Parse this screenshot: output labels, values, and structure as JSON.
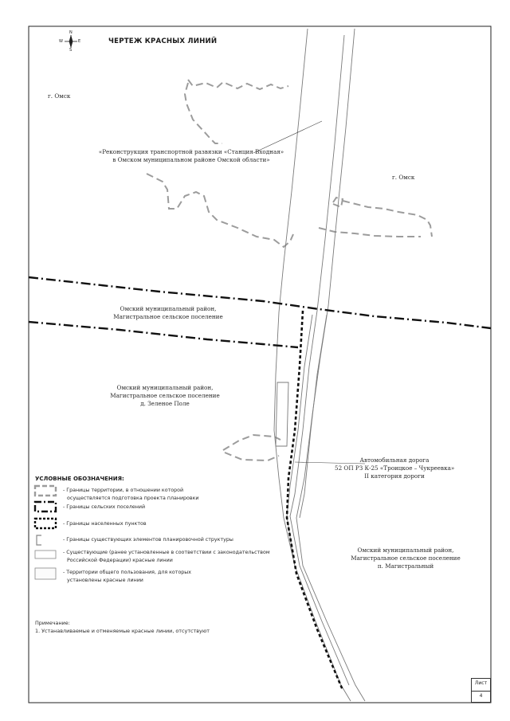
{
  "sheet": {
    "title": "ЧЕРТЕЖ КРАСНЫХ ЛИНИЙ",
    "compass": {
      "n": "N",
      "s": "S",
      "w": "W",
      "e": "E"
    },
    "sheet_label": "Лист",
    "sheet_number": "4"
  },
  "map_labels": {
    "omsk_nw": "г. Омск",
    "omsk_e": "г. Омск",
    "project_line1": "«Реконструкция транспортной развязки «Станция Входная»",
    "project_line2": "в Омском муниципальном районе Омской области»",
    "mid_district_line1": "Омский муниципальный район,",
    "mid_district_line2": "Магистральное сельское поселение",
    "left_district_line1": "Омский муниципальный район,",
    "left_district_line2": "Магистральное сельское поселение",
    "left_district_line3": "д. Зеленое Поле",
    "road_line1": "Автомобильная дорога",
    "road_line2": "52 ОП РЗ К-25 «Троицкое – Чукреевка»",
    "road_line3": "II категория дороги",
    "se_district_line1": "Омский муниципальный район,",
    "se_district_line2": "Магистральное сельское поселение",
    "se_district_line3": "п. Магистральный"
  },
  "legend": {
    "title": "УСЛОВНЫЕ ОБОЗНАЧЕНИЯ:",
    "items": [
      {
        "id": "territory-boundary",
        "line1": "- Границы территории, в отношении которой",
        "line2": "осуществляется подготовка проекта планировки"
      },
      {
        "id": "rural-settlement-boundary",
        "line1": "- Границы сельских поселений",
        "line2": ""
      },
      {
        "id": "locality-boundary",
        "line1": "- Границы населенных пунктов",
        "line2": ""
      },
      {
        "id": "planning-element-boundary",
        "line1": "- Границы существующих элементов планировочной структуры",
        "line2": ""
      },
      {
        "id": "existing-red-lines",
        "line1": "- Существующие (ранее установленные в соответствии с законодательством",
        "line2": "Российской Федерации) красные линии"
      },
      {
        "id": "public-territory",
        "line1": "- Территории общего пользования, для которых",
        "line2": "установлены красные линии"
      }
    ]
  },
  "note": {
    "title": "Примечание:",
    "text": "1. Устанавливаемые и отменяемые красные линии, отсутствуют"
  },
  "colors": {
    "frame": "#222222",
    "boundary_dash": "#9a9a9a",
    "settlement_line": "#111111",
    "road_line": "#777777"
  }
}
